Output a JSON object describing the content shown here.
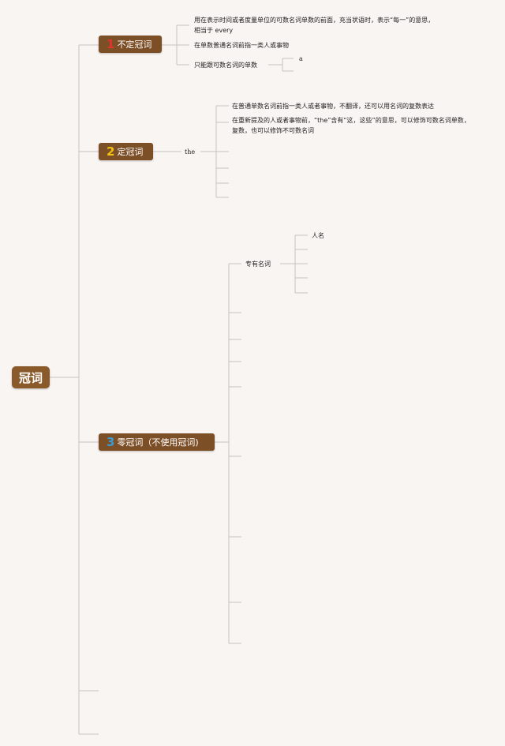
{
  "root": {
    "label": "冠词"
  },
  "indefinite": {
    "number": "1",
    "number_color": "#e0342c",
    "label": "不定冠词",
    "notes": [
      "用在表示时间或者度量单位的可数名词单数的前面，充当状语时，表示“每一”的意思，相当于 every",
      "在单数普通名词前指一类人或事物",
      "只能跟可数名词的单数"
    ],
    "article": "a"
  },
  "definite": {
    "number": "2",
    "number_color": "#f1c40f",
    "label": "定冠词",
    "article": "the",
    "notes": [
      "在普通单数名词前指一类人或者事物，不翻译，还可以用名词的复数表达",
      "在重新提及的人或者事物前，“the”含有“这，这些”的意思，可以修饰可数名词单数，复数，也可以修饰不可数名词"
    ]
  },
  "zero": {
    "number": "3",
    "number_color": "#3b9bd1",
    "label": "零冠词（不使用冠词)",
    "proper_noun": {
      "label": "专有名词",
      "items": [
        "人名"
      ]
    }
  },
  "colors": {
    "background": "#f9f5f3",
    "node_fill": "#7d4f27",
    "connector": "#c9c2bd"
  }
}
